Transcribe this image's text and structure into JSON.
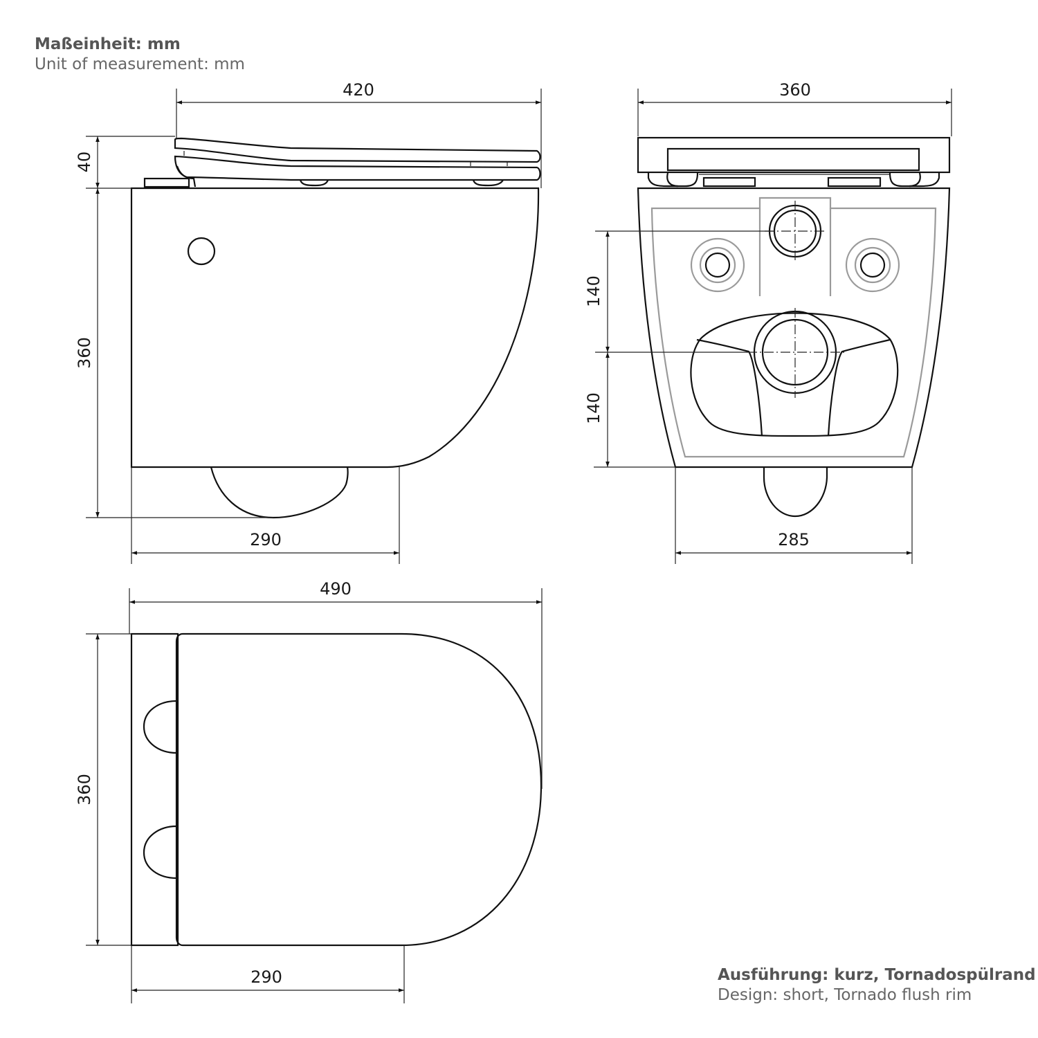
{
  "notes": {
    "units": {
      "de": "Maßeinheit: mm",
      "en": "Unit of measurement: mm"
    },
    "design": {
      "de": "Ausführung: kurz, Tornadospülrand",
      "en": "Design: short, Tornado flush rim"
    }
  },
  "views": {
    "side": {
      "label": "side-view",
      "dimensions": {
        "overall_length": "420",
        "seat_height": "40",
        "bowl_height": "360",
        "bottom_length": "290"
      }
    },
    "rear": {
      "label": "rear-view",
      "dimensions": {
        "width": "360",
        "upper_offset": "140",
        "lower_offset": "140",
        "bottom_width": "285"
      }
    },
    "top": {
      "label": "top-view",
      "dimensions": {
        "overall_length": "490",
        "width": "360",
        "bottom_length": "290"
      }
    }
  },
  "colors": {
    "line": "#111111",
    "hidden_line": "#9a9a9a",
    "text": "#555555"
  }
}
